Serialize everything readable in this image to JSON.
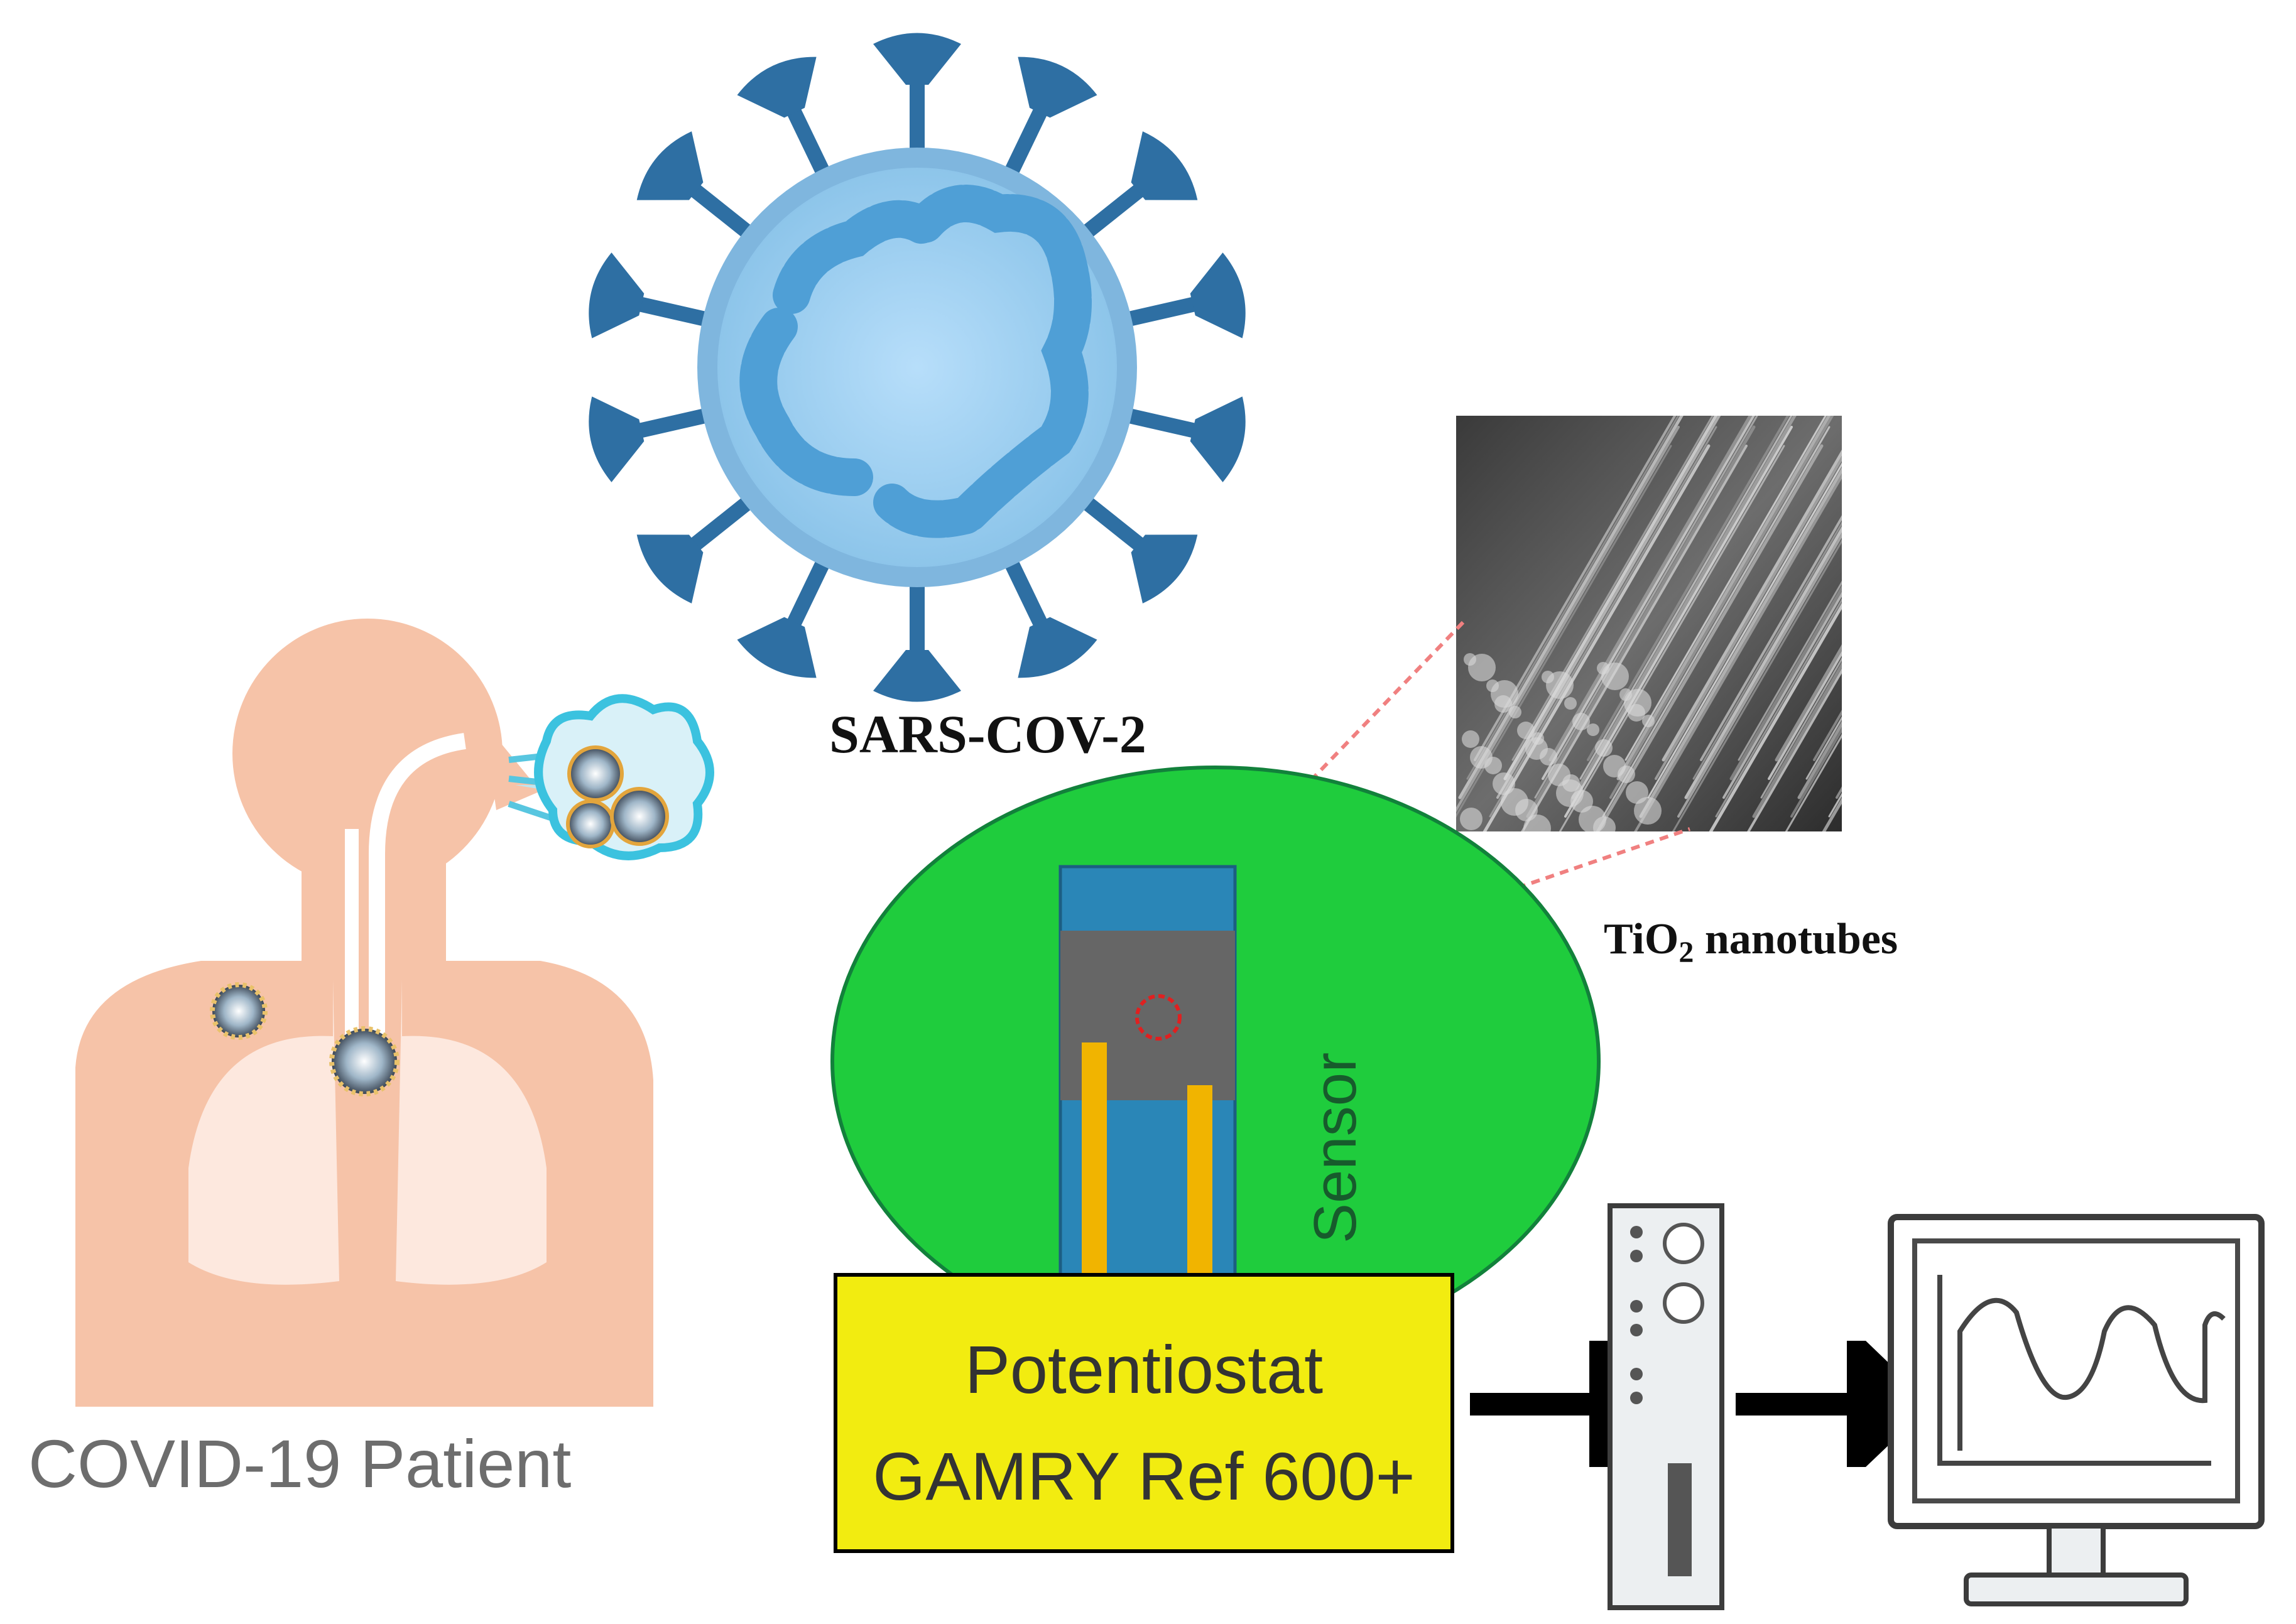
{
  "labels": {
    "virus": "SARS-COV-2",
    "patient": "COVID-19 Patient",
    "nanotubes_main": "TiO",
    "nanotubes_sub": "2",
    "nanotubes_rest": " nanotubes",
    "sensor": "Sensor",
    "potentiostat_line1": "Potentiostat",
    "potentiostat_line2": "GAMRY Ref 600+"
  },
  "colors": {
    "virus_dark": "#2e6fa3",
    "virus_light": "#a7d3ef",
    "virus_rna": "#4f9fd6",
    "skin": "#f6c3a8",
    "lung": "#fde8de",
    "sensor_green": "#1fcc3d",
    "electrode_teal": "#2a86b7",
    "electrode_gray": "#666666",
    "contact_gold": "#f1b400",
    "potentiostat_yellow": "#f2ec10",
    "arrow": "#000000",
    "device_gray": "#eceff1"
  },
  "icons": {
    "virus": "coronavirus-icon",
    "patient": "patient-lungs-icon",
    "sem": "sem-micrograph-icon",
    "computer": "computer-tower-icon",
    "monitor": "monitor-signal-icon"
  }
}
